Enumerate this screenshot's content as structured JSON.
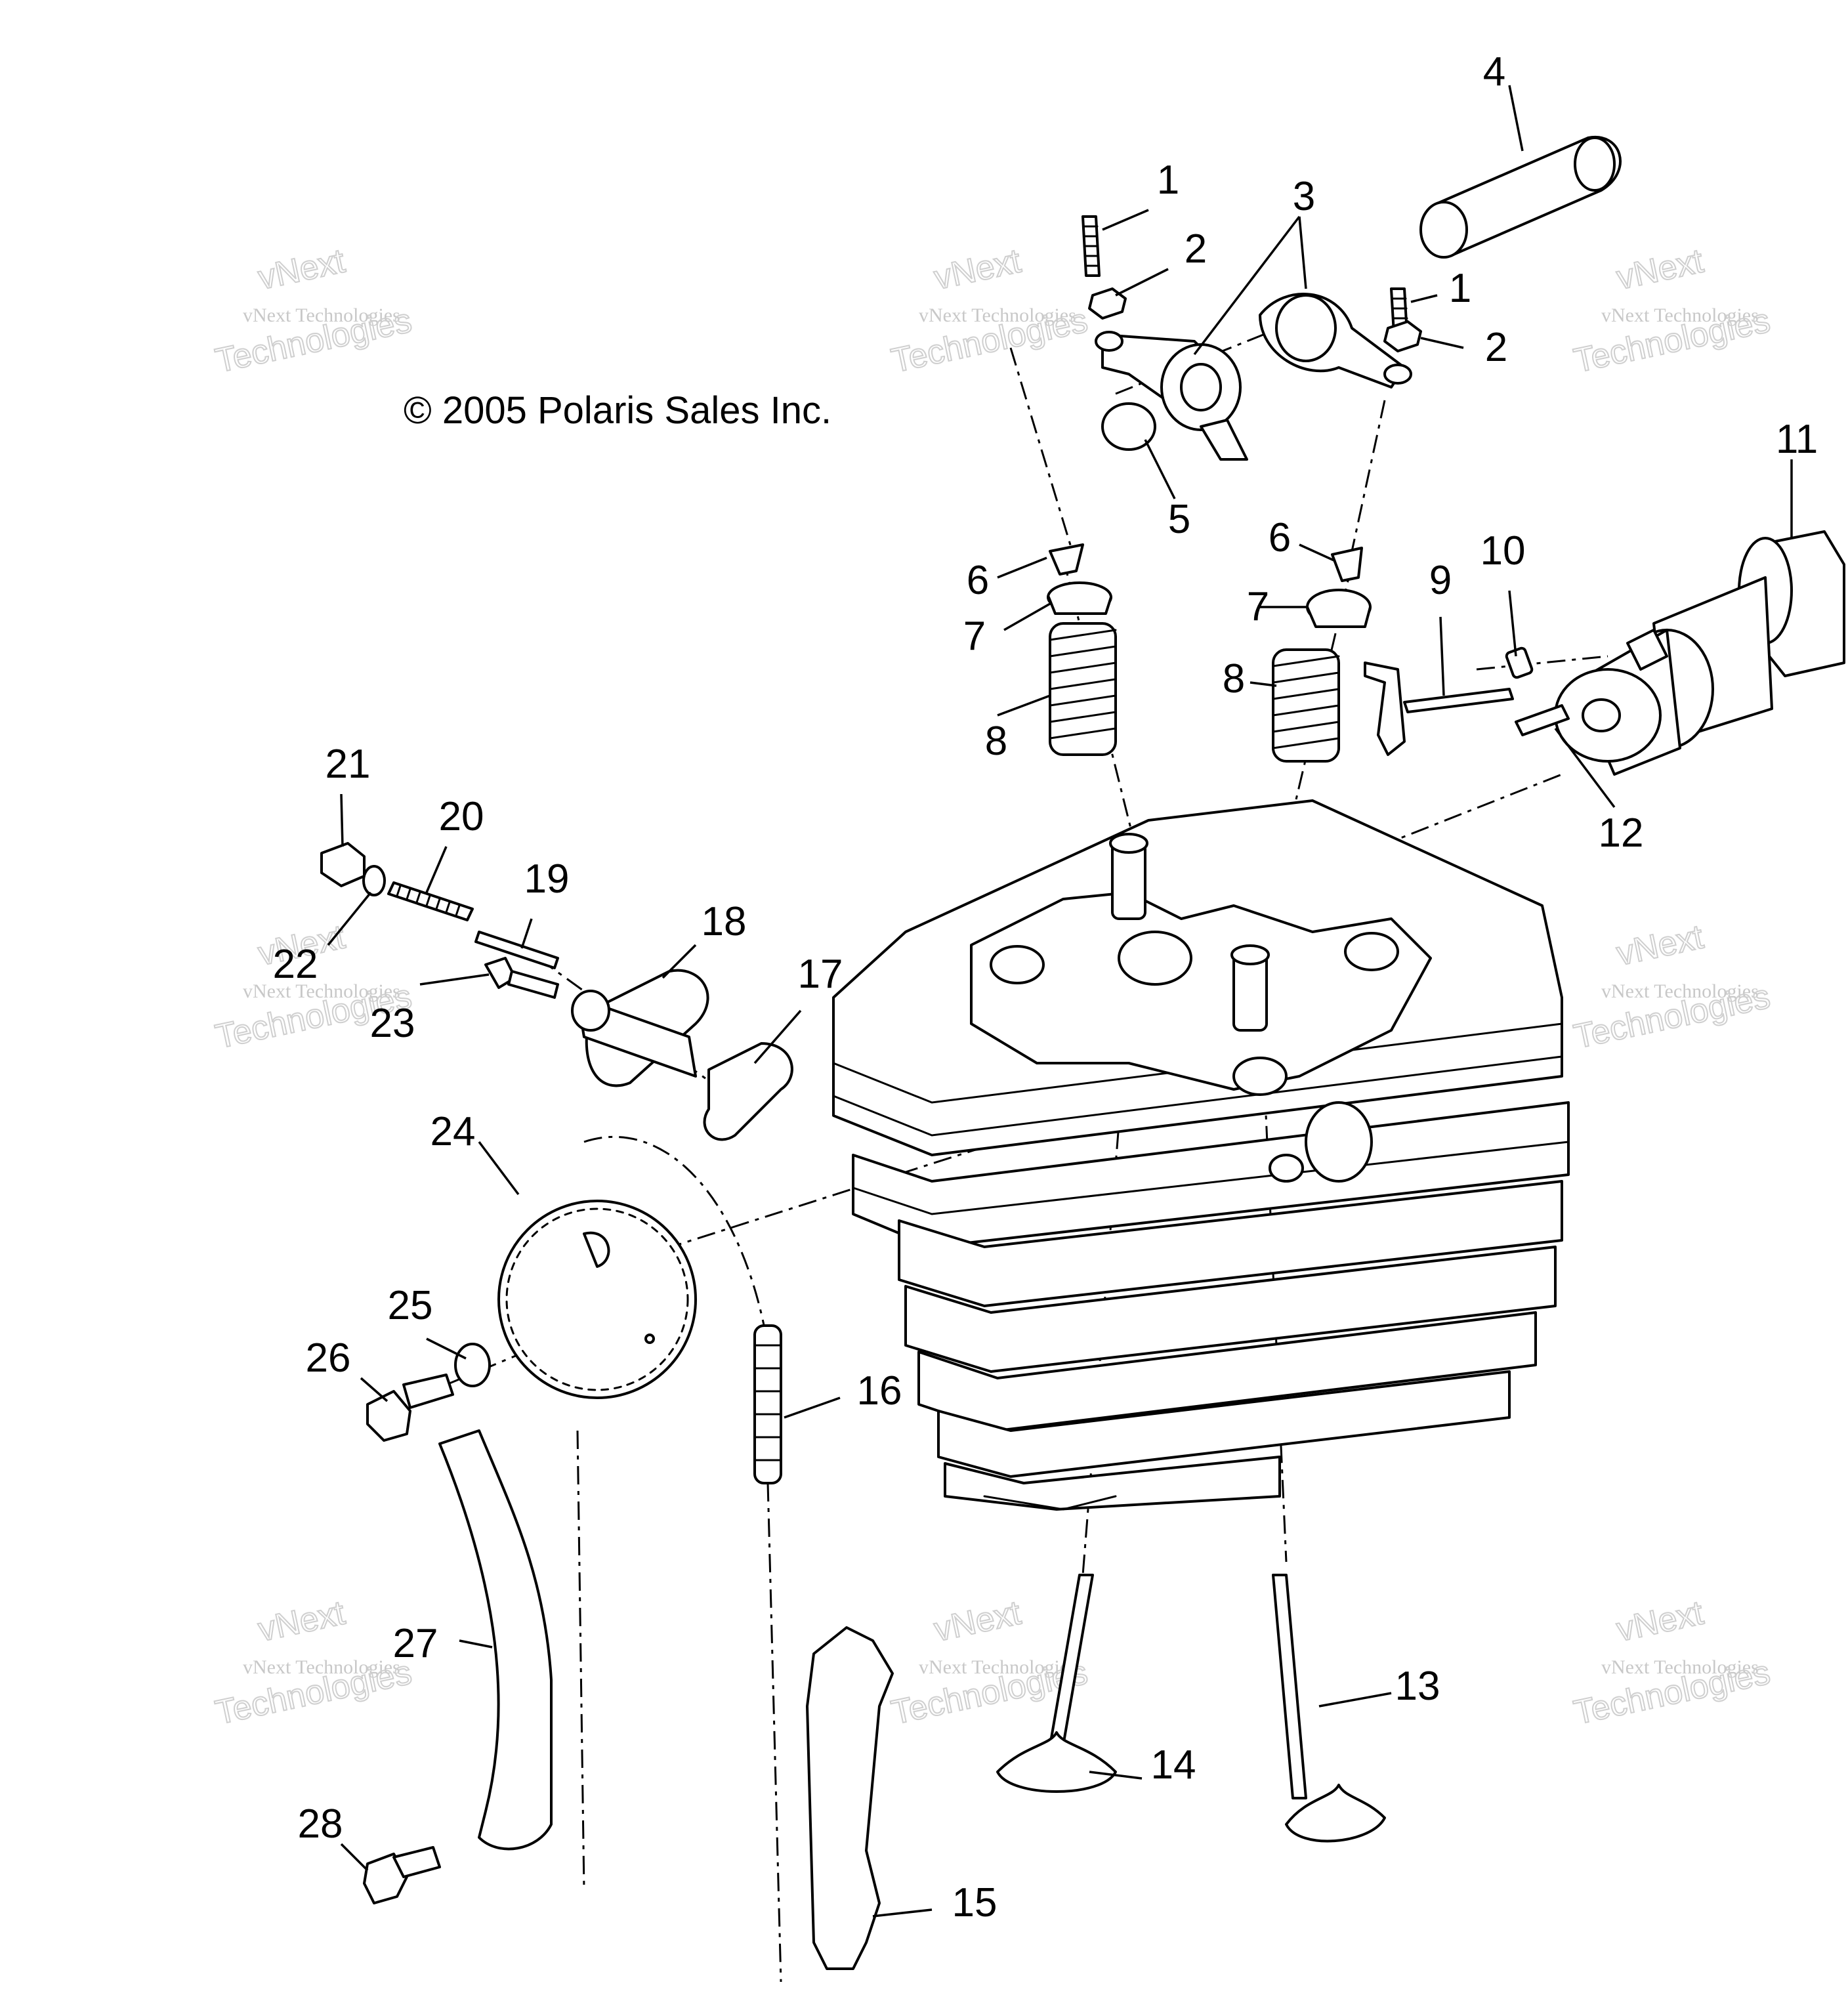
{
  "copyright": "© 2005 Polaris Sales Inc.",
  "watermark": {
    "brand": "vNext",
    "line": "vNext Technologies",
    "word": "Technologies"
  },
  "callouts": [
    "1",
    "1",
    "2",
    "2",
    "3",
    "4",
    "5",
    "6",
    "6",
    "7",
    "7",
    "8",
    "8",
    "9",
    "10",
    "11",
    "12",
    "13",
    "14",
    "15",
    "16",
    "17",
    "18",
    "19",
    "20",
    "21",
    "22",
    "23",
    "24",
    "25",
    "26",
    "27",
    "28"
  ],
  "colors": {
    "ink": "#000000",
    "watermark": "#c8c8c8",
    "background": "#ffffff"
  }
}
